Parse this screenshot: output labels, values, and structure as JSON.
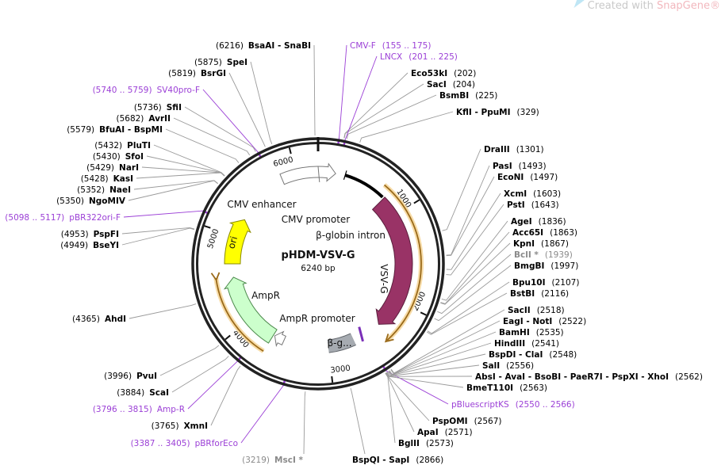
{
  "watermark": {
    "prefix": "Created with ",
    "brand": "SnapGene®"
  },
  "plasmid": {
    "name": "pHDM-VSV-G",
    "length_label": "6240 bp",
    "length": 6240
  },
  "ticks": [
    {
      "position": 1000,
      "label": "1000"
    },
    {
      "position": 2000,
      "label": "2000"
    },
    {
      "position": 3000,
      "label": "3000"
    },
    {
      "position": 4000,
      "label": "4000"
    },
    {
      "position": 5000,
      "label": "5000"
    },
    {
      "position": 6000,
      "label": "6000"
    }
  ],
  "features": [
    {
      "name": "CMV enhancer",
      "start": 5845,
      "end": 6240,
      "type": "enhancer",
      "color": "#ffffff"
    },
    {
      "name": "CMV promoter",
      "start": 1,
      "end": 200,
      "type": "promoter",
      "color": "#ffffff"
    },
    {
      "name": "β-globin intron",
      "start": 290,
      "end": 768,
      "type": "intron",
      "color": "#000000"
    },
    {
      "name": "VSV-G",
      "start": 780,
      "end": 2330,
      "type": "cds",
      "color": "#993366"
    },
    {
      "name": "β-g...",
      "start": 2690,
      "end": 2990,
      "type": "polyA",
      "color": "#a6abb1"
    },
    {
      "name": "AmpR promoter",
      "start": 3540,
      "end": 3650,
      "type": "promoter",
      "color": "#ffffff"
    },
    {
      "name": "AmpR",
      "start": 3660,
      "end": 4490,
      "type": "cds",
      "color": "#ccffcc"
    },
    {
      "name": "ori",
      "start": 4660,
      "end": 5200,
      "type": "rep_origin",
      "color": "#ffff00"
    }
  ],
  "colors": {
    "enzyme_line": "#9a9a9a",
    "primer": "#9b3fd6",
    "orf": "#e8a33a",
    "ring": "#222222"
  },
  "labels": [
    {
      "kind": "enzyme",
      "name": "BsaAI  -  SnaBI",
      "pos_label": "(6216)",
      "position": 6216
    },
    {
      "kind": "enzyme",
      "name": "SpeI",
      "pos_label": "(5875)",
      "position": 5875
    },
    {
      "kind": "enzyme",
      "name": "BsrGI",
      "pos_label": "(5819)",
      "position": 5819
    },
    {
      "kind": "primer",
      "name": "SV40pro-F",
      "pos_label": "(5740 .. 5759)",
      "position": 5750
    },
    {
      "kind": "enzyme",
      "name": "SfiI",
      "pos_label": "(5736)",
      "position": 5736
    },
    {
      "kind": "enzyme",
      "name": "AvrII",
      "pos_label": "(5682)",
      "position": 5682
    },
    {
      "kind": "enzyme",
      "name": "BfuAI  -  BspMI",
      "pos_label": "(5579)",
      "position": 5579
    },
    {
      "kind": "enzyme",
      "name": "PluTI",
      "pos_label": "(5432)",
      "position": 5432
    },
    {
      "kind": "enzyme",
      "name": "SfoI",
      "pos_label": "(5430)",
      "position": 5430
    },
    {
      "kind": "enzyme",
      "name": "NarI",
      "pos_label": "(5429)",
      "position": 5429
    },
    {
      "kind": "enzyme",
      "name": "KasI",
      "pos_label": "(5428)",
      "position": 5428
    },
    {
      "kind": "enzyme",
      "name": "NaeI",
      "pos_label": "(5352)",
      "position": 5352
    },
    {
      "kind": "enzyme",
      "name": "NgoMIV",
      "pos_label": "(5350)",
      "position": 5350
    },
    {
      "kind": "primer",
      "name": "pBR322ori-F",
      "pos_label": "(5098 .. 5117)",
      "position": 5108
    },
    {
      "kind": "enzyme",
      "name": "PspFI",
      "pos_label": "(4953)",
      "position": 4953
    },
    {
      "kind": "enzyme",
      "name": "BseYI",
      "pos_label": "(4949)",
      "position": 4949
    },
    {
      "kind": "enzyme",
      "name": "AhdI",
      "pos_label": "(4365)",
      "position": 4365
    },
    {
      "kind": "enzyme",
      "name": "PvuI",
      "pos_label": "(3996)",
      "position": 3996
    },
    {
      "kind": "enzyme",
      "name": "ScaI",
      "pos_label": "(3884)",
      "position": 3884
    },
    {
      "kind": "primer",
      "name": "Amp-R",
      "pos_label": "(3796 .. 3815)",
      "position": 3806
    },
    {
      "kind": "enzyme",
      "name": "XmnI",
      "pos_label": "(3765)",
      "position": 3765
    },
    {
      "kind": "primer",
      "name": "pBRforEco",
      "pos_label": "(3387 .. 3405)",
      "position": 3396
    },
    {
      "kind": "enzyme-gray",
      "name": "MscI *",
      "pos_label": "(3219)",
      "position": 3219
    },
    {
      "kind": "enzyme",
      "name": "BspQI  -  SapI",
      "pos_label": "(2866)",
      "position": 2866
    },
    {
      "kind": "enzyme",
      "name": "BglII",
      "pos_label": "(2573)",
      "position": 2573
    },
    {
      "kind": "enzyme",
      "name": "ApaI",
      "pos_label": "(2571)",
      "position": 2571
    },
    {
      "kind": "enzyme",
      "name": "PspOMI",
      "pos_label": "(2567)",
      "position": 2567
    },
    {
      "kind": "primer",
      "name": "pBluescriptKS",
      "pos_label": "(2550 .. 2566)",
      "position": 2558
    },
    {
      "kind": "enzyme",
      "name": "BmeT110I",
      "pos_label": "(2563)",
      "position": 2563
    },
    {
      "kind": "enzyme",
      "name": "AbsI  -  AvaI  -  BsoBI  -  PaeR7I  -  PspXI  -  XhoI",
      "pos_label": "(2562)",
      "position": 2562
    },
    {
      "kind": "enzyme",
      "name": "SalI",
      "pos_label": "(2556)",
      "position": 2556
    },
    {
      "kind": "enzyme",
      "name": "BspDI  -  ClaI",
      "pos_label": "(2548)",
      "position": 2548
    },
    {
      "kind": "enzyme",
      "name": "HindIII",
      "pos_label": "(2541)",
      "position": 2541
    },
    {
      "kind": "enzyme",
      "name": "BamHI",
      "pos_label": "(2535)",
      "position": 2535
    },
    {
      "kind": "enzyme",
      "name": "EagI  -  NotI",
      "pos_label": "(2522)",
      "position": 2522
    },
    {
      "kind": "enzyme",
      "name": "SacII",
      "pos_label": "(2518)",
      "position": 2518
    },
    {
      "kind": "enzyme",
      "name": "BstBI",
      "pos_label": "(2116)",
      "position": 2116
    },
    {
      "kind": "enzyme",
      "name": "Bpu10I",
      "pos_label": "(2107)",
      "position": 2107
    },
    {
      "kind": "enzyme",
      "name": "BmgBI",
      "pos_label": "(1997)",
      "position": 1997
    },
    {
      "kind": "enzyme-gray",
      "name": "BclI *",
      "pos_label": "(1939)",
      "position": 1939
    },
    {
      "kind": "enzyme",
      "name": "KpnI",
      "pos_label": "(1867)",
      "position": 1867
    },
    {
      "kind": "enzyme",
      "name": "Acc65I",
      "pos_label": "(1863)",
      "position": 1863
    },
    {
      "kind": "enzyme",
      "name": "AgeI",
      "pos_label": "(1836)",
      "position": 1836
    },
    {
      "kind": "enzyme",
      "name": "PstI",
      "pos_label": "(1643)",
      "position": 1643
    },
    {
      "kind": "enzyme",
      "name": "XcmI",
      "pos_label": "(1603)",
      "position": 1603
    },
    {
      "kind": "enzyme",
      "name": "EcoNI",
      "pos_label": "(1497)",
      "position": 1497
    },
    {
      "kind": "enzyme",
      "name": "PasI",
      "pos_label": "(1493)",
      "position": 1493
    },
    {
      "kind": "enzyme",
      "name": "DraIII",
      "pos_label": "(1301)",
      "position": 1301
    },
    {
      "kind": "enzyme",
      "name": "KflI  -  PpuMI",
      "pos_label": "(329)",
      "position": 329
    },
    {
      "kind": "enzyme",
      "name": "BsmBI",
      "pos_label": "(225)",
      "position": 225
    },
    {
      "kind": "enzyme",
      "name": "SacI",
      "pos_label": "(204)",
      "position": 204
    },
    {
      "kind": "enzyme",
      "name": "Eco53kI",
      "pos_label": "(202)",
      "position": 202
    },
    {
      "kind": "primer",
      "name": "LNCX",
      "pos_label": "(201 .. 225)",
      "position": 213
    },
    {
      "kind": "primer",
      "name": "CMV-F",
      "pos_label": "(155 .. 175)",
      "position": 165
    }
  ]
}
